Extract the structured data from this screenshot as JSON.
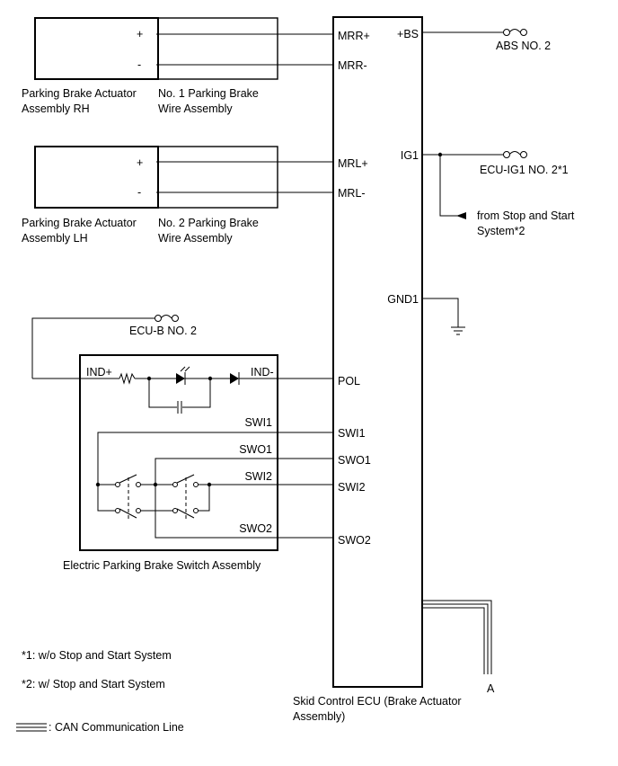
{
  "rh_actuator": {
    "plus": "+",
    "minus": "-",
    "name_line1": "Parking Brake Actuator",
    "name_line2": "Assembly RH",
    "wire_line1": "No. 1 Parking Brake",
    "wire_line2": "Wire Assembly"
  },
  "lh_actuator": {
    "plus": "+",
    "minus": "-",
    "name_line1": "Parking Brake Actuator",
    "name_line2": "Assembly LH",
    "wire_line1": "No. 2 Parking Brake",
    "wire_line2": "Wire Assembly"
  },
  "ecu": {
    "pins_left": {
      "mrr_plus": "MRR+",
      "mrr_minus": "MRR-",
      "mrl_plus": "MRL+",
      "mrl_minus": "MRL-",
      "pol": "POL",
      "swi1": "SWI1",
      "swo1": "SWO1",
      "swi2": "SWI2",
      "swo2": "SWO2"
    },
    "pins_right": {
      "bs": "+BS",
      "ig1": "IG1",
      "gnd1": "GND1"
    },
    "name_line1": "Skid Control ECU (Brake Actuator",
    "name_line2": "Assembly)",
    "connector": "A"
  },
  "fuses": {
    "abs": "ABS NO. 2",
    "ecu_ig1": "ECU-IG1 NO. 2*1",
    "ecu_b": "ECU-B NO. 2"
  },
  "stop_start": {
    "line1": "from Stop and Start",
    "line2": "System*2"
  },
  "switch_assembly": {
    "ind_plus": "IND+",
    "ind_minus": "IND-",
    "swi1": "SWI1",
    "swo1": "SWO1",
    "swi2": "SWI2",
    "swo2": "SWO2",
    "name": "Electric Parking Brake Switch Assembly"
  },
  "notes": {
    "note1": "*1: w/o Stop and Start System",
    "note2": "*2: w/ Stop and Start System"
  },
  "legend": {
    "can_line": ": CAN Communication Line"
  }
}
